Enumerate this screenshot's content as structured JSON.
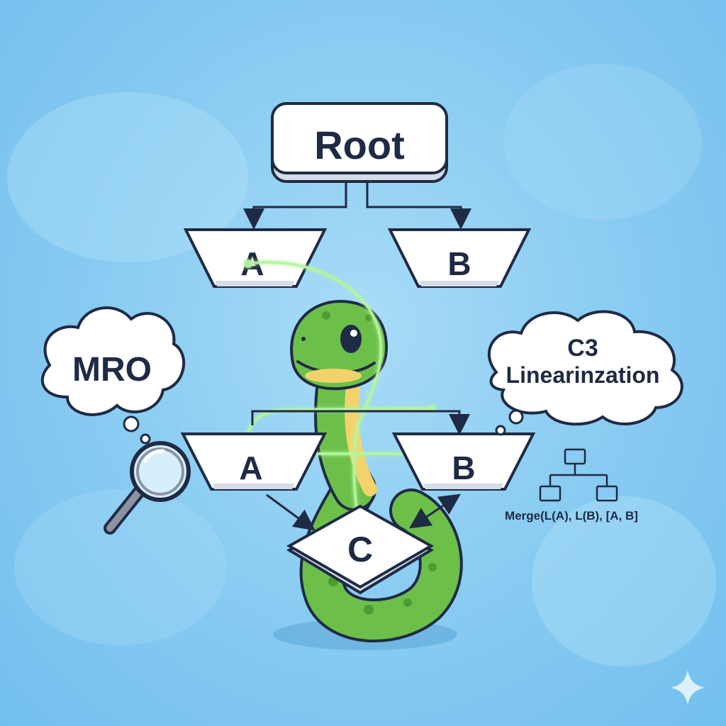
{
  "nodes": {
    "root": "Root",
    "top_a": "A",
    "top_b": "B",
    "mid_a": "A",
    "mid_b": "B",
    "c": "C"
  },
  "bubbles": {
    "mro": "MRO",
    "c3_line1": "C3",
    "c3_line2": "Linearinzation"
  },
  "formula": "Merge(L(A), L(B), [A, B]",
  "icons": {
    "magnifier": "magnifying-glass-icon",
    "hierarchy": "hierarchy-tree-icon",
    "sparkle": "sparkle-icon",
    "mascot": "python-snake-mascot"
  },
  "colors": {
    "background": "#8ccdf2",
    "node_fill": "#ffffff",
    "outline": "#1f2a44",
    "snake_green": "#6cc04a",
    "snake_belly": "#f2d36b",
    "glow_path": "#b6f5a0"
  }
}
